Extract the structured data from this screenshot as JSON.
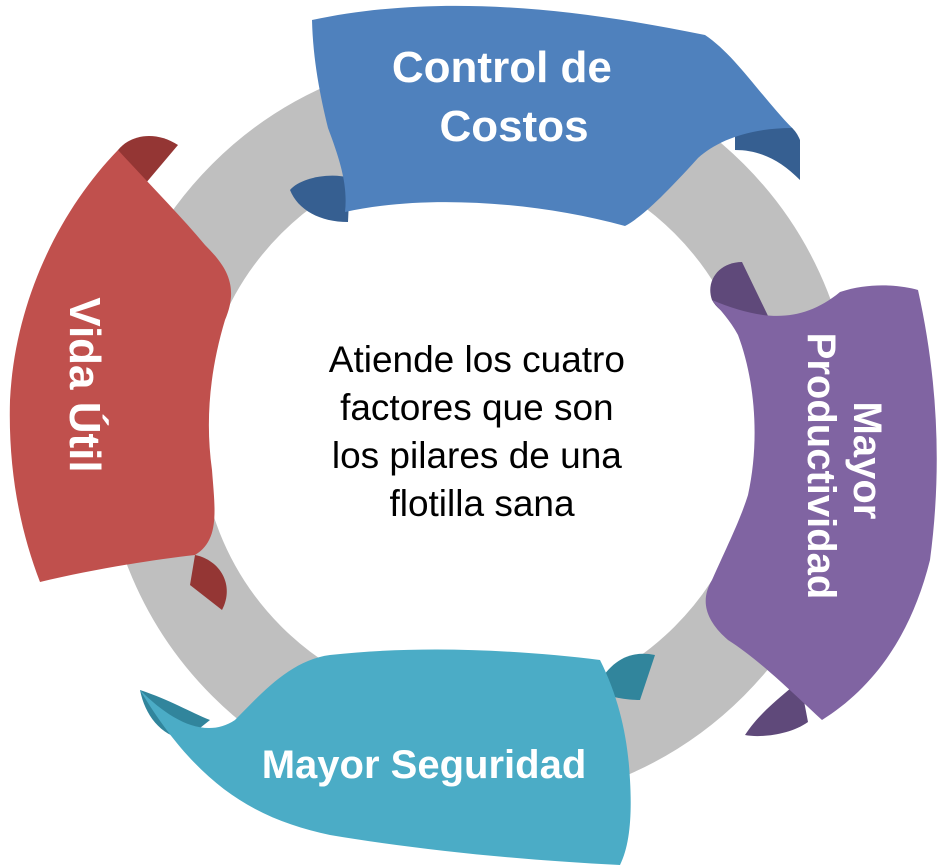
{
  "center": {
    "lines": [
      "Atiende los cuatro",
      "factores que son",
      "los pilares de una",
      "flotilla sana"
    ]
  },
  "segments": {
    "top": {
      "lines": [
        "Control de",
        "Costos"
      ],
      "color": "#4f81bd",
      "shade": "#365f91"
    },
    "right": {
      "lines": [
        "Mayor",
        "Productividad"
      ],
      "color": "#8064a2",
      "shade": "#5f497a"
    },
    "bottom": {
      "lines": [
        "Mayor Seguridad"
      ],
      "color": "#4bacc6",
      "shade": "#31859c"
    },
    "left": {
      "lines": [
        "Vida Útil"
      ],
      "color": "#c0504d",
      "shade": "#943634"
    }
  },
  "ring": {
    "color": "#bfbfbf"
  }
}
